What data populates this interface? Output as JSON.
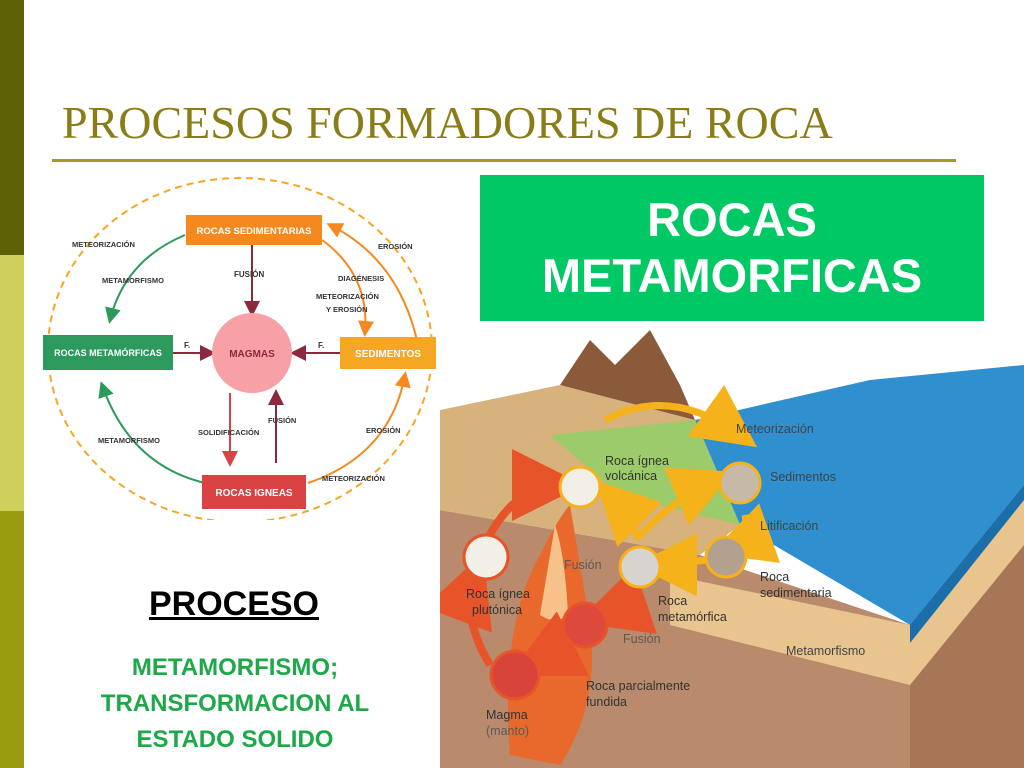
{
  "slide": {
    "title": "PROCESOS FORMADORES DE ROCA",
    "box_line1": "ROCAS",
    "box_line2": "METAMORFICAS",
    "proceso": "PROCESO",
    "desc_line1": "METAMORFISMO;",
    "desc_line2": "TRANSFORMACION AL",
    "desc_line3": "ESTADO SOLIDO"
  },
  "cycle": {
    "sedimentarias": "ROCAS SEDIMENTARIAS",
    "metamorficas": "ROCAS METAMÓRFICAS",
    "magmas": "MAGMAS",
    "sedimentos": "SEDIMENTOS",
    "igneas": "ROCAS IGNEAS",
    "meteorizacion_tl": "METEORIZACIÓN",
    "metamorfismo_tl": "METAMORFISMO",
    "fusion_top": "FUSIÓN",
    "erosion_tr": "EROSIÓN",
    "diagenesis": "DIAGÉNESIS",
    "meteorizacion_mid": "METEORIZACIÓN",
    "y_erosion": "Y  EROSIÓN",
    "f_left": "F.",
    "f_right": "F.",
    "metamorfismo_bl": "METAMORFISMO",
    "solidificacion": "SOLIDIFICACIÓN",
    "fusion_bottom": "FUSIÓN",
    "erosion_br": "EROSIÓN",
    "meteorizacion_br": "METEORIZACIÓN",
    "colors": {
      "orange": "#f5891f",
      "red": "#d94343",
      "green": "#2c9a5c",
      "pink": "#f7a1a6",
      "arrow": "#8a2a3c"
    }
  },
  "block": {
    "meteorizacion": "Meteorización",
    "roca_volcanica_1": "Roca ígnea",
    "roca_volcanica_2": "volcánica",
    "sedimentos": "Sedimentos",
    "litificacion": "Litificación",
    "fusion_upper": "Fusión",
    "roca_sedimentaria_1": "Roca",
    "roca_sedimentaria_2": "sedimentaria",
    "roca_plutonica_1": "Roca ígnea",
    "roca_plutonica_2": "plutónica",
    "roca_metamorfica_1": "Roca",
    "roca_metamorfica_2": "metamórfica",
    "fusion_lower": "Fusión",
    "metamorfismo": "Metamorfismo",
    "roca_parcial_1": "Roca parcialmente",
    "roca_parcial_2": "fundida",
    "magma_1": "Magma",
    "magma_2": "(manto)"
  }
}
